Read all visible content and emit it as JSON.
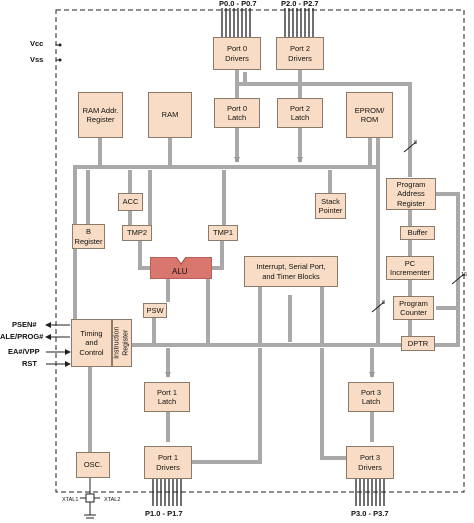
{
  "blocks": {
    "port0_drivers": "Port 0\nDrivers",
    "port2_drivers": "Port 2\nDrivers",
    "ram_addr_register": "RAM Addr.\nRegister",
    "ram": "RAM",
    "port0_latch": "Port 0\nLatch",
    "port2_latch": "Port 2\nLatch",
    "eprom_rom": "EPROM/\nROM",
    "acc": "ACC",
    "stack_pointer": "Stack\nPointer",
    "program_address_register": "Program\nAddress\nRegister",
    "b_register": "B\nRegister",
    "tmp2": "TMP2",
    "tmp1": "TMP1",
    "buffer": "Buffer",
    "alu": "ALU",
    "interrupt_blocks": "Interrupt, Serial Port,\nand Timer Blocks",
    "pc_incrementer": "PC\nIncrementer",
    "psw": "PSW",
    "program_counter": "Program\nCounter",
    "timing_control": "Timing\nand\nControl",
    "instruction_register": "Instruction\nRegister",
    "dptr": "DPTR",
    "port1_latch": "Port 1\nLatch",
    "port3_latch": "Port 3\nLatch",
    "osc": "OSC.",
    "port1_drivers": "Port 1\nDrivers",
    "port3_drivers": "Port 3\nDrivers"
  },
  "pins": {
    "p0": "P0.0 - P0.7",
    "p2": "P2.0 - P2.7",
    "vcc": "Vcc",
    "vss": "Vss",
    "psen": "PSEN#",
    "ale": "ALE/PROG#",
    "ea": "EA#/VPP",
    "rst": "RST",
    "p1": "P1.0 - P1.7",
    "p3": "P3.0 - P3.7",
    "xtal1": "XTAL1",
    "xtal2": "XTAL2"
  },
  "bus_widths": {
    "w8_top": "8",
    "w8_mid": "8",
    "w16": "16"
  },
  "colors": {
    "block_fill": "#f8dcc5",
    "alu_fill": "#d9776f",
    "bus": "#a9a9a9",
    "border": "#222222"
  }
}
